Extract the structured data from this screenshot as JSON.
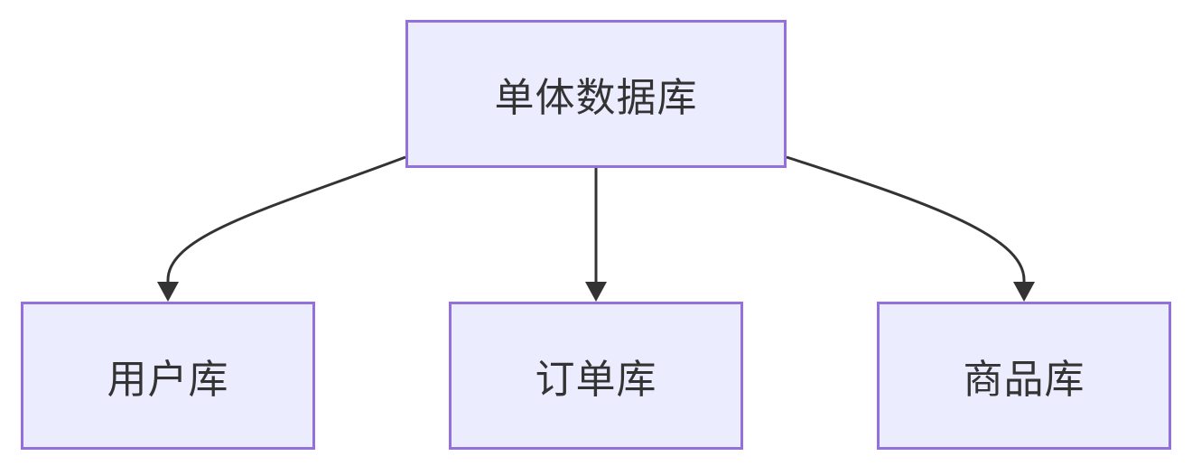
{
  "diagram": {
    "type": "flowchart",
    "direction": "top-down",
    "colors": {
      "node_fill": "#ececff",
      "node_border": "#9370db",
      "text": "#333333",
      "edge": "#333333"
    },
    "nodes": {
      "root": {
        "label": "单体数据库"
      },
      "user_db": {
        "label": "用户库"
      },
      "order_db": {
        "label": "订单库"
      },
      "product_db": {
        "label": "商品库"
      }
    },
    "edges": [
      {
        "from": "root",
        "to": "user_db"
      },
      {
        "from": "root",
        "to": "order_db"
      },
      {
        "from": "root",
        "to": "product_db"
      }
    ]
  }
}
